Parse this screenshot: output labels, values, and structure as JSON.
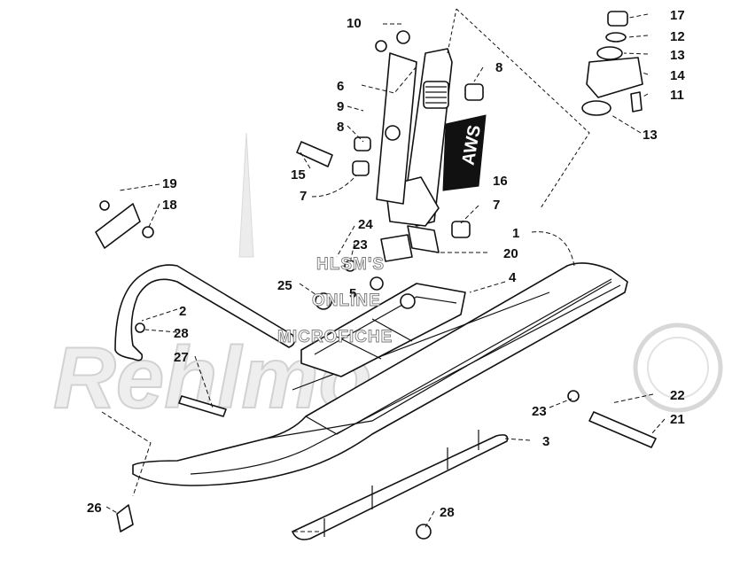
{
  "diagram": {
    "watermark": {
      "lines": [
        "HLSM'S",
        "ONLINE",
        "MICROFICHE"
      ],
      "logo_text": "Rehlmo"
    },
    "decal_text": "AWS",
    "callouts": [
      "1",
      "2",
      "3",
      "4",
      "5",
      "6",
      "7",
      "7",
      "8",
      "8",
      "9",
      "10",
      "11",
      "12",
      "13",
      "13",
      "14",
      "15",
      "16",
      "17",
      "18",
      "19",
      "20",
      "21",
      "22",
      "23",
      "23",
      "24",
      "25",
      "26",
      "27",
      "28",
      "28"
    ]
  }
}
